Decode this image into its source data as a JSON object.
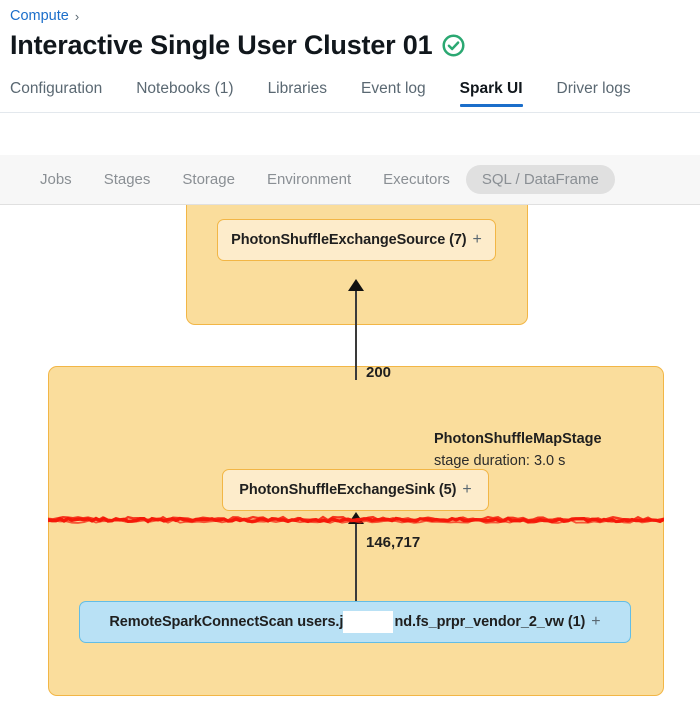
{
  "breadcrumb": {
    "root_label": "Compute",
    "separator": "›"
  },
  "header": {
    "title": "Interactive Single User Cluster 01",
    "status_icon": "check-circle-icon",
    "status_color": "#2ba872"
  },
  "main_tabs": [
    {
      "label": "Configuration",
      "active": false
    },
    {
      "label": "Notebooks (1)",
      "active": false
    },
    {
      "label": "Libraries",
      "active": false
    },
    {
      "label": "Event log",
      "active": false
    },
    {
      "label": "Spark UI",
      "active": true
    },
    {
      "label": "Driver logs",
      "active": false
    }
  ],
  "spark_subnav": [
    {
      "label": "Jobs",
      "active": false
    },
    {
      "label": "Stages",
      "active": false
    },
    {
      "label": "Storage",
      "active": false
    },
    {
      "label": "Environment",
      "active": false
    },
    {
      "label": "Executors",
      "active": false
    },
    {
      "label": "SQL / DataFrame",
      "active": true
    }
  ],
  "dag": {
    "stages": [
      {
        "id": "stage-upper",
        "name": "",
        "duration": "",
        "fill": "#fadd9c",
        "stroke": "#f2b646"
      },
      {
        "id": "stage-lower",
        "name": "PhotonShuffleMapStage",
        "duration": "stage duration: 3.0 s",
        "fill": "#fadd9c",
        "stroke": "#f2b646"
      }
    ],
    "nodes": [
      {
        "id": "node-exchange-source",
        "label": "PhotonShuffleExchangeSource (7)",
        "expand": "+",
        "kind": "photon"
      },
      {
        "id": "node-exchange-sink",
        "label": "PhotonShuffleExchangeSink (5)",
        "expand": "+",
        "kind": "photon"
      },
      {
        "id": "node-remote-scan",
        "label": "RemoteSparkConnectScan users.ja           nd.fs_prpr_vendor_2_vw (1)",
        "expand": "+",
        "kind": "scan"
      }
    ],
    "edges": [
      {
        "id": "edge-200",
        "label": "200"
      },
      {
        "id": "edge-146717",
        "label": "146,717"
      }
    ],
    "annotation": {
      "type": "red-strikethrough-line",
      "color": "#f51a09"
    }
  }
}
